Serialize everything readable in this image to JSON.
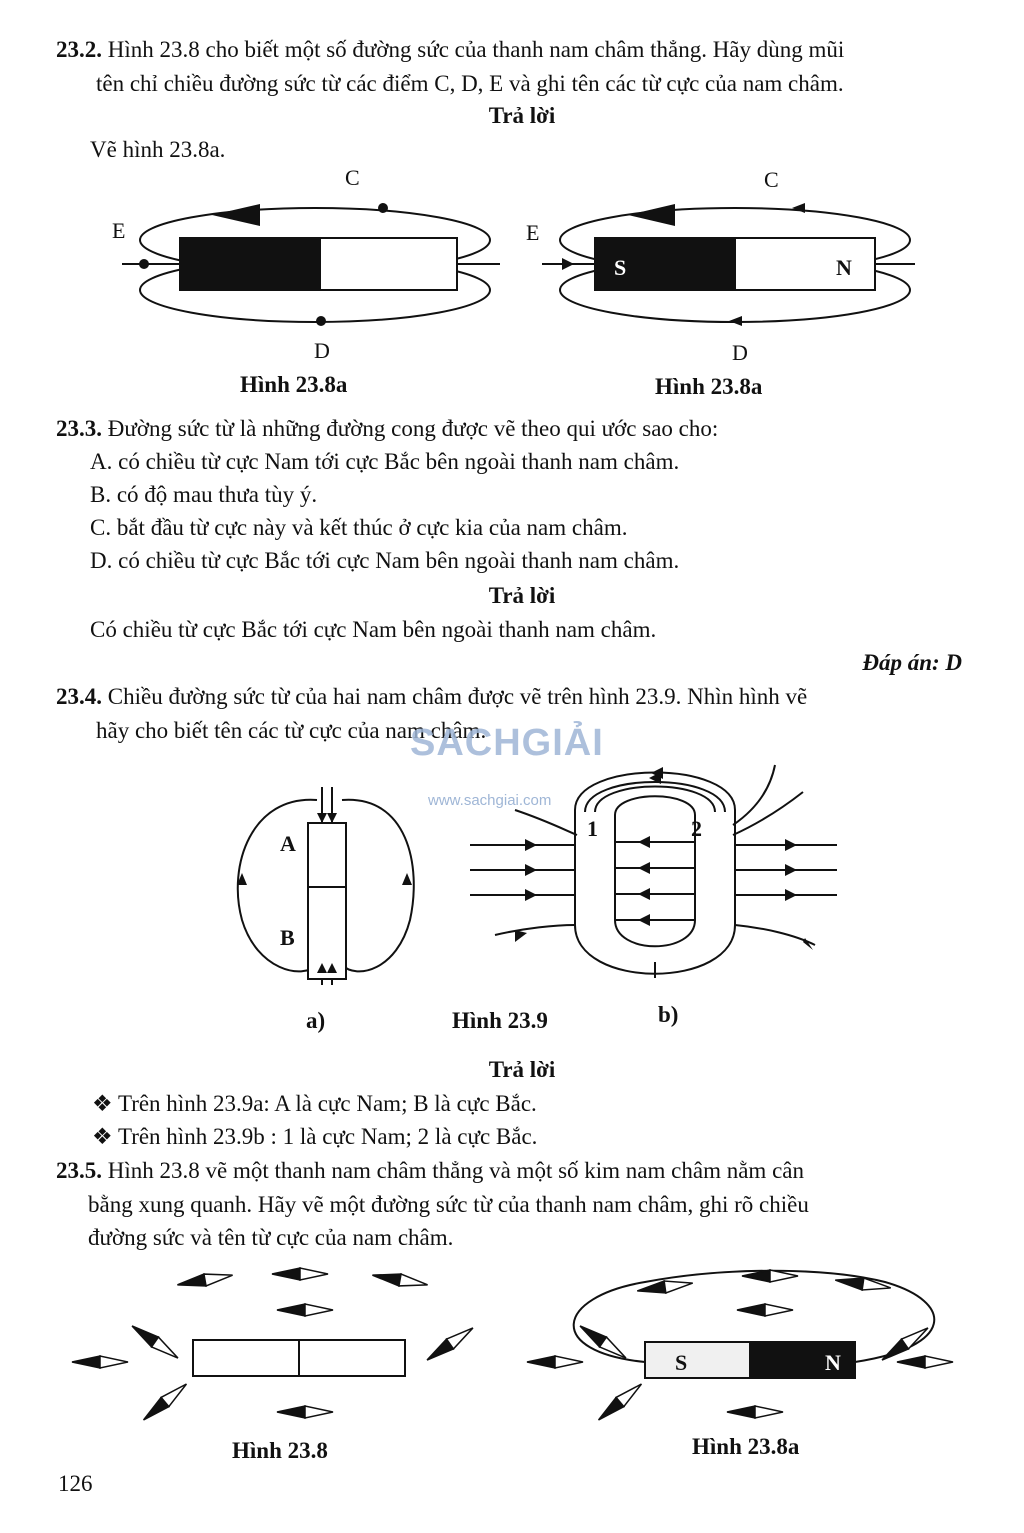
{
  "q232": {
    "num": "23.2.",
    "line1": "Hình 23.8 cho biết một số đường sức của thanh nam châm thẳng. Hãy dùng mũi",
    "line2": "tên chỉ chiều đường sức từ các điểm C, D, E và ghi tên các từ cực của nam châm.",
    "answer_title": "Trả lời",
    "answer": "Vẽ hình 23.8a.",
    "fig_left_caption": "Hình 23.8a",
    "fig_right_caption": "Hình 23.8a",
    "labels": {
      "c": "C",
      "d": "D",
      "e": "E",
      "s": "S",
      "n": "N"
    }
  },
  "q233": {
    "num": "23.3.",
    "stem": "Đường sức từ là những đường cong được vẽ theo qui ước sao cho:",
    "options": [
      "A. có chiều từ cực Nam tới cực Bắc bên ngoài thanh nam châm.",
      "B. có độ mau thưa tùy ý.",
      "C. bắt đầu từ cực này và kết thúc ở cực kia của nam châm.",
      "D. có chiều từ cực Bắc tới cực Nam bên ngoài thanh nam châm."
    ],
    "answer_title": "Trả lời",
    "answer": "Có chiều từ cực Bắc tới cực Nam bên ngoài thanh nam châm.",
    "key": "Đáp án: D"
  },
  "q234": {
    "num": "23.4.",
    "line1": "Chiều đường sức từ của hai nam châm được vẽ trên hình 23.9. Nhìn hình vẽ",
    "line2": "hãy cho biết tên các từ cực của nam châm.",
    "fig_labels": {
      "a_pole": "A",
      "b_pole": "B",
      "pole1": "1",
      "pole2": "2"
    },
    "sub_a": "a)",
    "sub_b": "b)",
    "fig_caption": "Hình 23.9",
    "answer_title": "Trả lời",
    "answers": [
      "❖ Trên hình 23.9a: A là cực Nam; B là cực Bắc.",
      "❖ Trên hình 23.9b : 1 là cực Nam; 2 là cực Bắc."
    ]
  },
  "q235": {
    "num": "23.5.",
    "line1": "Hình 23.8 vẽ một thanh nam châm thẳng và một số kim nam châm nằm cân",
    "line2": "bằng xung quanh. Hãy vẽ một đường sức từ của thanh nam châm, ghi rõ chiều",
    "line3": "đường sức và tên từ cực của nam châm.",
    "fig_left_caption": "Hình 23.8",
    "fig_right_caption": "Hình 23.8a",
    "labels": {
      "s": "S",
      "n": "N"
    }
  },
  "watermark": {
    "brand": "SACHGIẢI",
    "url": "www.sachgiai.com"
  },
  "page_number": "126"
}
